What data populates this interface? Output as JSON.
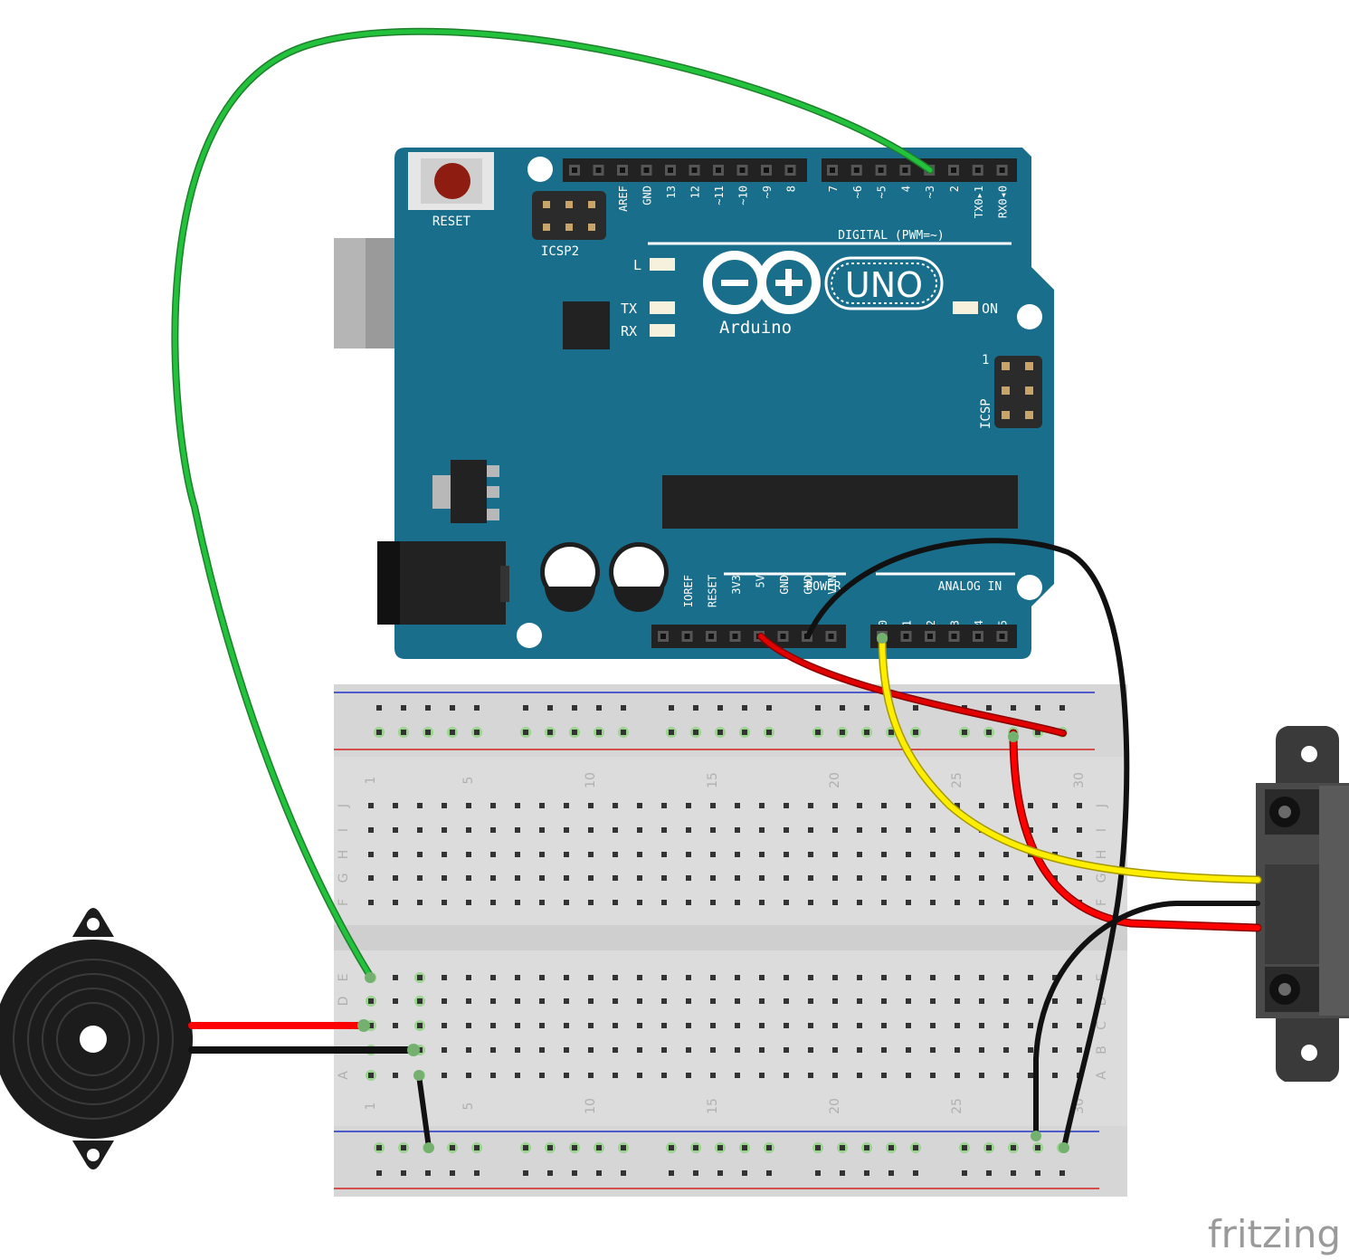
{
  "board": {
    "reset_label": "RESET",
    "icsp2_label": "ICSP2",
    "icsp_label": "ICSP",
    "icsp_pin1": "1",
    "led_l": "L",
    "led_tx": "TX",
    "led_rx": "RX",
    "led_on": "ON",
    "logo_word": "UNO",
    "brand": "Arduino",
    "digital_caption": "DIGITAL (PWM=~)",
    "power_caption": "POWER",
    "analog_caption": "ANALOG IN",
    "digital_pins_left": [
      "AREF",
      "GND",
      "13",
      "12",
      "~11",
      "~10",
      "~9",
      "8"
    ],
    "digital_pins_right": [
      "7",
      "~6",
      "~5",
      "4",
      "~3",
      "2",
      "TX0▸1",
      "RX0◂0"
    ],
    "power_pins": [
      "IOREF",
      "RESET",
      "3V3",
      "5V",
      "GND",
      "GND",
      "VIN"
    ],
    "analog_pins": [
      "A0",
      "A1",
      "A2",
      "A3",
      "A4",
      "A5"
    ]
  },
  "breadboard": {
    "column_numbers": [
      "1",
      "5",
      "10",
      "15",
      "20",
      "25",
      "30"
    ],
    "row_letters_top": [
      "J",
      "I",
      "H",
      "G",
      "F"
    ],
    "row_letters_bottom": [
      "E",
      "D",
      "C",
      "B",
      "A"
    ]
  },
  "wires": {
    "signal": "#22b33a",
    "power": "#e00000",
    "ground": "#111111",
    "analog": "#ffea00"
  },
  "watermark": "fritzing"
}
